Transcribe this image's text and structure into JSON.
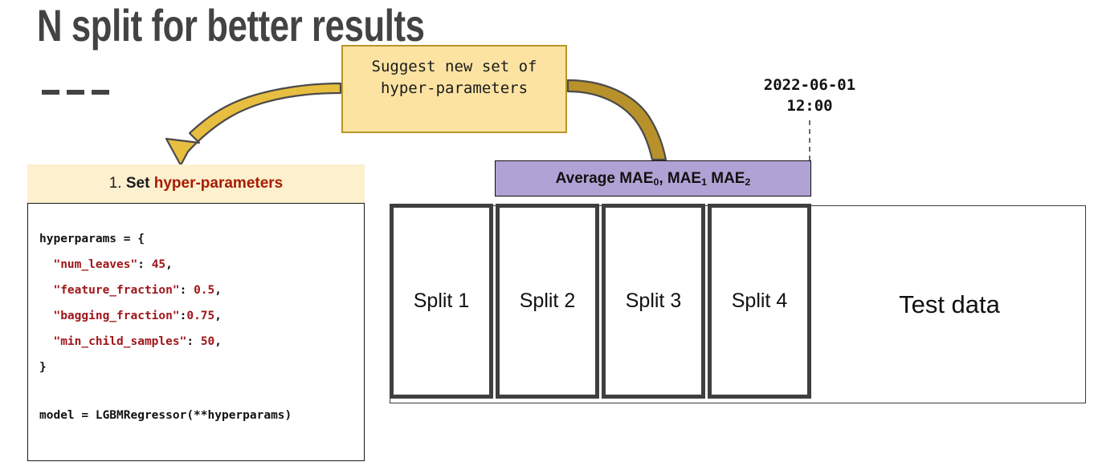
{
  "slide": {
    "title": "N split for better results",
    "background_color": "#ffffff",
    "title_color": "#434343"
  },
  "callout": {
    "text": "Suggest new set of\nhyper-parameters",
    "fill_color": "#FCE3A2",
    "border_color": "#B89527"
  },
  "arrows": {
    "left_arrow_color": "#E8BE40",
    "right_arrow_color": "#B8912A",
    "outline_color": "#4a4a4a"
  },
  "code_panel": {
    "header": {
      "step_number": "1.",
      "label_plain": " Set ",
      "label_highlight": "hyper-parameters",
      "highlight_color": "#A61C00",
      "background_color": "#FDF0CF"
    },
    "code_lines": [
      {
        "type": "code",
        "text": "hyperparams = {"
      },
      {
        "type": "entry",
        "indent": "  ",
        "key": "\"num_leaves\"",
        "sep": ": ",
        "value": "45",
        "trail": ","
      },
      {
        "type": "entry",
        "indent": "  ",
        "key": "\"feature_fraction\"",
        "sep": ": ",
        "value": "0.5",
        "trail": ","
      },
      {
        "type": "entry",
        "indent": "  ",
        "key": "\"bagging_fraction\"",
        "sep": ":",
        "value": "0.75",
        "trail": ","
      },
      {
        "type": "entry",
        "indent": "  ",
        "key": "\"min_child_samples\"",
        "sep": ": ",
        "value": "50",
        "trail": ","
      },
      {
        "type": "code",
        "text": "}"
      },
      {
        "type": "blank",
        "text": ""
      },
      {
        "type": "code",
        "text": "model = LGBMRegressor(**hyperparams)"
      }
    ],
    "string_color": "#A0161A",
    "code_color": "#111111"
  },
  "timestamp": {
    "date": "2022-06-01",
    "time": "12:00"
  },
  "mae_box": {
    "prefix": "Average MAE",
    "sub_0": "0",
    "mid_1": ", MAE",
    "sub_1": "1",
    "mid_2": " MAE",
    "sub_2": "2",
    "fill_color": "#B0A2D4",
    "border_color": "#111111"
  },
  "data_strip": {
    "splits": [
      {
        "label": "Split 1"
      },
      {
        "label": "Split 2"
      },
      {
        "label": "Split 3"
      },
      {
        "label": "Split 4"
      }
    ],
    "test_label": "Test data",
    "split_border_color": "#3f3f3f",
    "outer_border_color": "#3c3c3c"
  }
}
